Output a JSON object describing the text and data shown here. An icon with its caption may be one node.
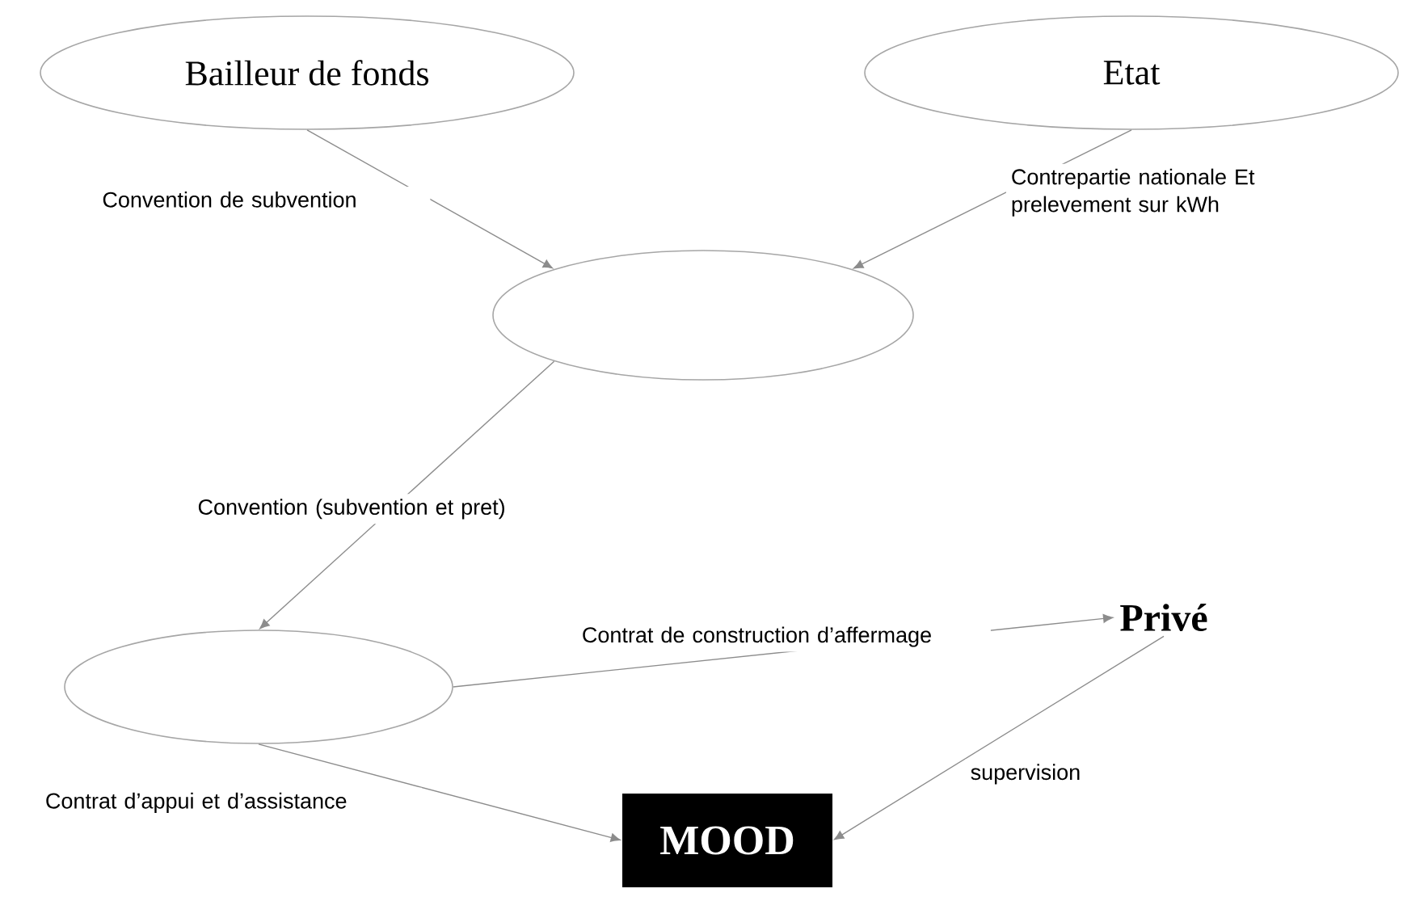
{
  "diagram": {
    "nodes": [
      {
        "text": [
          "Bailleur de fonds"
        ]
      },
      {
        "text": [
          "Etat"
        ]
      },
      {
        "text": [],
        "shape": "ellipse"
      },
      {
        "text": [],
        "shape": "ellipse"
      },
      {
        "text": [
          "Privé"
        ]
      },
      {
        "text": [
          "MOOD"
        ]
      }
    ],
    "edges": [
      {
        "from": 0,
        "to": 2,
        "arrow": "to",
        "label": "Convention de subvention"
      },
      {
        "from": 1,
        "to": 2,
        "arrow": "to",
        "label": "Contrepartie nationale Et prelevement sur kWh"
      },
      {
        "from": 2,
        "to": 3,
        "arrow": "to",
        "label": "Convention (subvention et pret)"
      },
      {
        "from": 3,
        "to": 4,
        "arrow": "to",
        "label": "Contrat de construction d’affermage"
      },
      {
        "from": 3,
        "to": 5,
        "arrow": "to",
        "label": "Contrat d’appui et d’assistance"
      },
      {
        "from": 4,
        "to": 5,
        "arrow": "to",
        "label": "supervision"
      }
    ]
  }
}
